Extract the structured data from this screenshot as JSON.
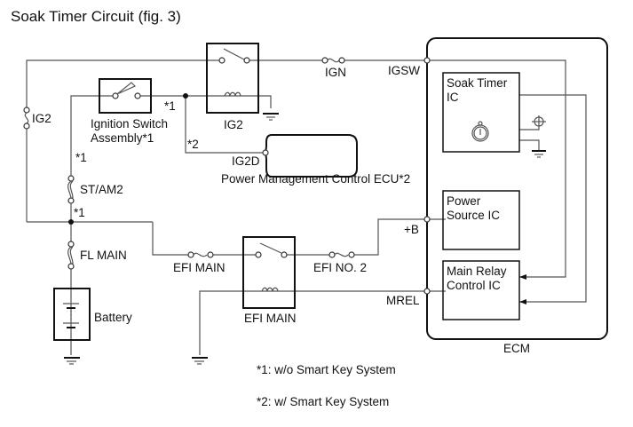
{
  "title": "Soak Timer Circuit (fig. 3)",
  "components": {
    "ig2_fuse": "IG2",
    "ign_fuse": "IGN",
    "igsw_terminal": "IGSW",
    "ig2_relay": "IG2",
    "ignition_switch_line1": "Ignition Switch",
    "ignition_switch_line2": "Assembly*1",
    "pmecu_terminal": "IG2D",
    "pmecu_label": "Power Management Control ECU*2",
    "st_am2_fuse": "ST/AM2",
    "fl_main_fuse": "FL MAIN",
    "battery": "Battery",
    "efi_main_fuse": "EFI MAIN",
    "efi_main_relay": "EFI MAIN",
    "efi_no2_fuse": "EFI NO. 2",
    "b_terminal": "+B",
    "mrel_terminal": "MREL",
    "soak_timer_ic_line1": "Soak Timer",
    "soak_timer_ic_line2": "IC",
    "power_source_ic_line1": "Power",
    "power_source_ic_line2": "Source IC",
    "main_relay_ic_line1": "Main Relay",
    "main_relay_ic_line2": "Control IC",
    "ecm": "ECM"
  },
  "marks": {
    "m1a": "*1",
    "m2": "*2",
    "m1b": "*1",
    "m1c": "*1"
  },
  "notes": {
    "note1": "*1: w/o Smart Key System",
    "note2": "*2: w/ Smart Key System"
  }
}
